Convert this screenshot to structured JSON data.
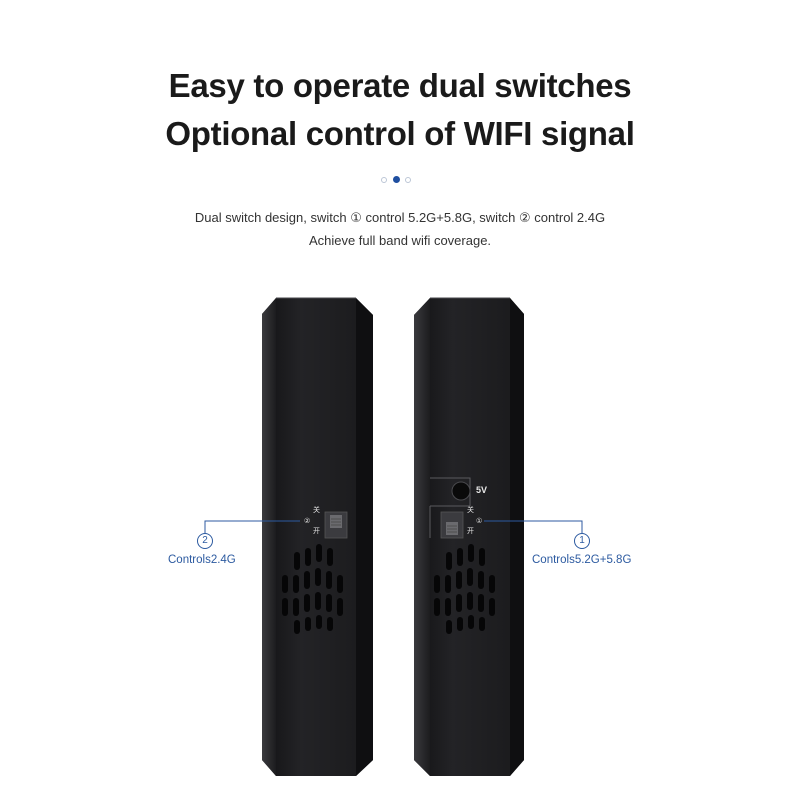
{
  "headline": {
    "line1": "Easy to operate dual switches",
    "line2": "Optional control of WIFI signal"
  },
  "carousel": {
    "count": 3,
    "active_index": 1
  },
  "description": {
    "line1": "Dual switch design, switch ① control 5.2G+5.8G, switch ② control 2.4G",
    "line2": "Achieve full band wifi coverage."
  },
  "left_device": {
    "switch_off_char": "关",
    "switch_num": "②",
    "switch_on_char": "开",
    "callout_number": "2",
    "callout_label": "Controls2.4G"
  },
  "right_device": {
    "port_label": "5V",
    "switch_off_char": "关",
    "switch_num": "①",
    "switch_on_char": "开",
    "callout_number": "1",
    "callout_label": "Controls5.2G+5.8G"
  },
  "colors": {
    "accent": "#2c5aa0",
    "headline": "#1a1a1a",
    "device_body": "#1e1e20"
  }
}
